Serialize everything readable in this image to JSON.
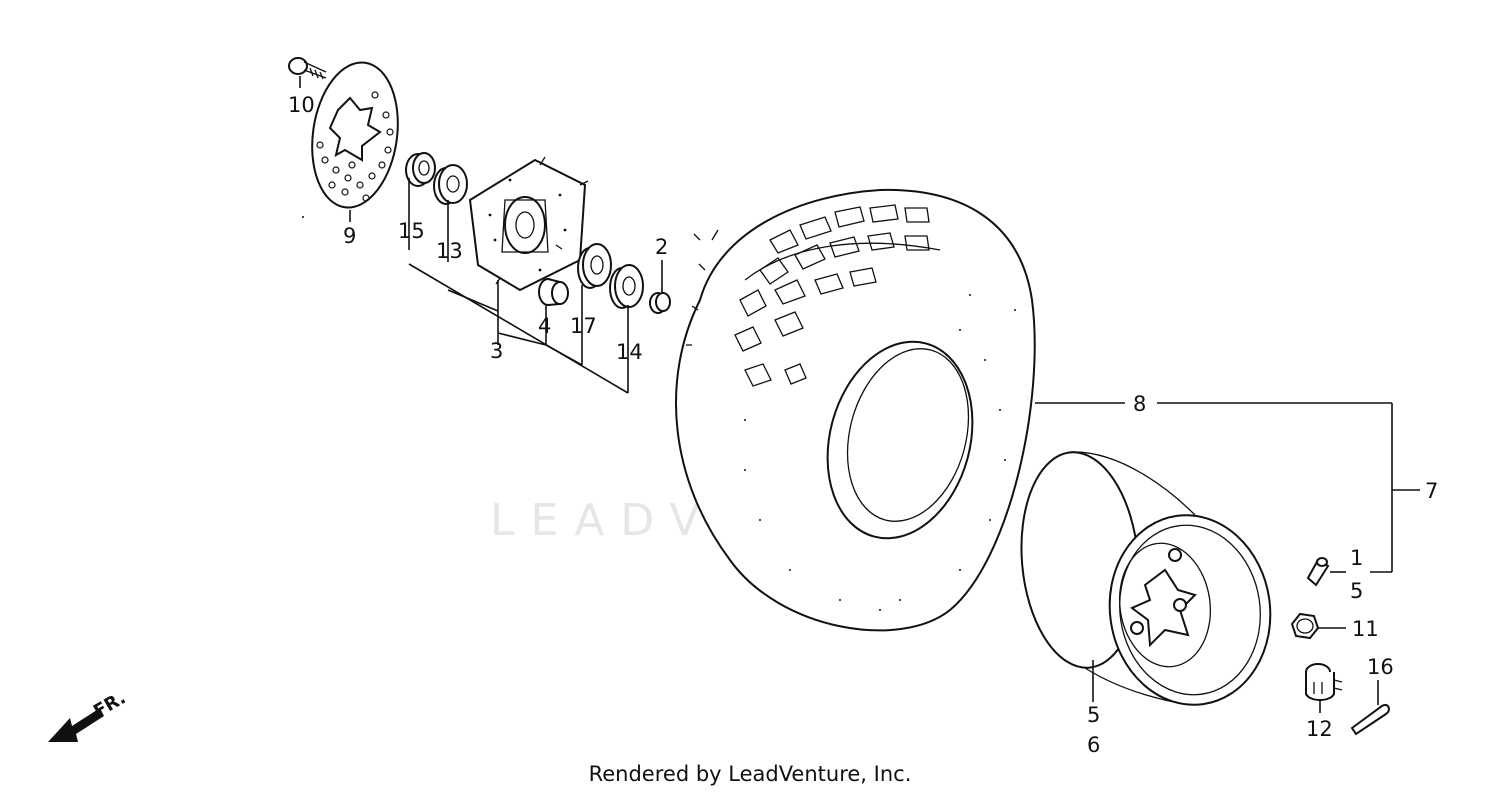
{
  "watermark": "LEADVENTURE",
  "footer": "Rendered by LeadVenture, Inc.",
  "direction_label": "FR.",
  "callouts": [
    "10",
    "9",
    "15",
    "13",
    "2",
    "3",
    "4",
    "17",
    "14",
    "8",
    "7",
    "1",
    "5",
    "11",
    "16",
    "12",
    "5",
    "6"
  ]
}
